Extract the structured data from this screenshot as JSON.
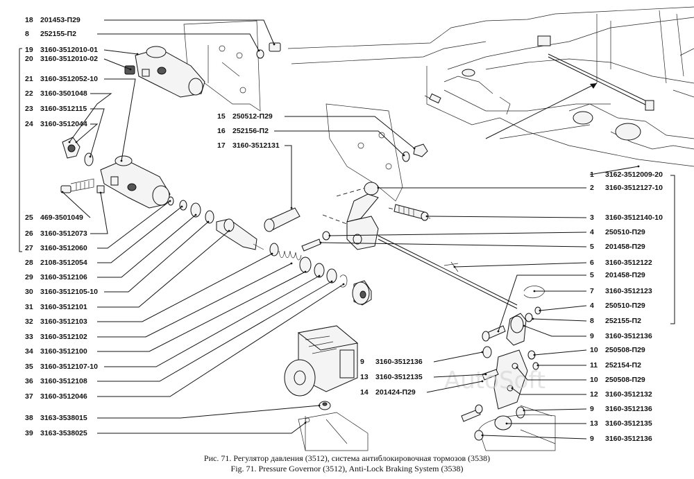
{
  "callouts": [
    {
      "n": "18",
      "code": "201453-П29"
    },
    {
      "n": "8",
      "code": "252155-П2"
    },
    {
      "n": "19",
      "code": "3160-3512010-01"
    },
    {
      "n": "20",
      "code": "3160-3512010-02"
    },
    {
      "n": "21",
      "code": "3160-3512052-10"
    },
    {
      "n": "22",
      "code": "3160-3501048"
    },
    {
      "n": "23",
      "code": "3160-3512115"
    },
    {
      "n": "24",
      "code": "3160-3512044"
    },
    {
      "n": "25",
      "code": "469-3501049"
    },
    {
      "n": "26",
      "code": "3160-3512073"
    },
    {
      "n": "27",
      "code": "3160-3512060"
    },
    {
      "n": "28",
      "code": "2108-3512054"
    },
    {
      "n": "29",
      "code": "3160-3512106"
    },
    {
      "n": "30",
      "code": "3160-3512105-10"
    },
    {
      "n": "31",
      "code": "3160-3512101"
    },
    {
      "n": "32",
      "code": "3160-3512103"
    },
    {
      "n": "33",
      "code": "3160-3512102"
    },
    {
      "n": "34",
      "code": "3160-3512100"
    },
    {
      "n": "35",
      "code": "3160-3512107-10"
    },
    {
      "n": "36",
      "code": "3160-3512108"
    },
    {
      "n": "37",
      "code": "3160-3512046"
    },
    {
      "n": "38",
      "code": "3163-3538015"
    },
    {
      "n": "39",
      "code": "3163-3538025"
    },
    {
      "n": "15",
      "code": "250512-П29"
    },
    {
      "n": "16",
      "code": "252156-П2"
    },
    {
      "n": "17",
      "code": "3160-3512131"
    },
    {
      "n": "9",
      "code": "3160-3512136"
    },
    {
      "n": "13",
      "code": "3160-3512135"
    },
    {
      "n": "14",
      "code": "201424-П29"
    },
    {
      "n": "1",
      "code": "3162-3512009-20"
    },
    {
      "n": "2",
      "code": "3160-3512127-10"
    },
    {
      "n": "3",
      "code": "3160-3512140-10"
    },
    {
      "n": "4",
      "code": "250510-П29"
    },
    {
      "n": "5",
      "code": "201458-П29"
    },
    {
      "n": "6",
      "code": "3160-3512122"
    },
    {
      "n": "5",
      "code": "201458-П29"
    },
    {
      "n": "7",
      "code": "3160-3512123"
    },
    {
      "n": "4",
      "code": "250510-П29"
    },
    {
      "n": "8",
      "code": "252155-П2"
    },
    {
      "n": "9",
      "code": "3160-3512136"
    },
    {
      "n": "10",
      "code": "250508-П29"
    },
    {
      "n": "11",
      "code": "252154-П2"
    },
    {
      "n": "10",
      "code": "250508-П29"
    },
    {
      "n": "12",
      "code": "3160-3512132"
    },
    {
      "n": "9",
      "code": "3160-3512136"
    },
    {
      "n": "13",
      "code": "3160-3512135"
    },
    {
      "n": "9",
      "code": "3160-3512136"
    }
  ],
  "watermark": "AutoSoft",
  "caption": {
    "line1": "Рис. 71. Регулятор давления (3512), система антиблокировочная тормозов (3538)",
    "line2": "Fig. 71. Pressure Governor (3512), Anti-Lock Braking System (3538)"
  }
}
